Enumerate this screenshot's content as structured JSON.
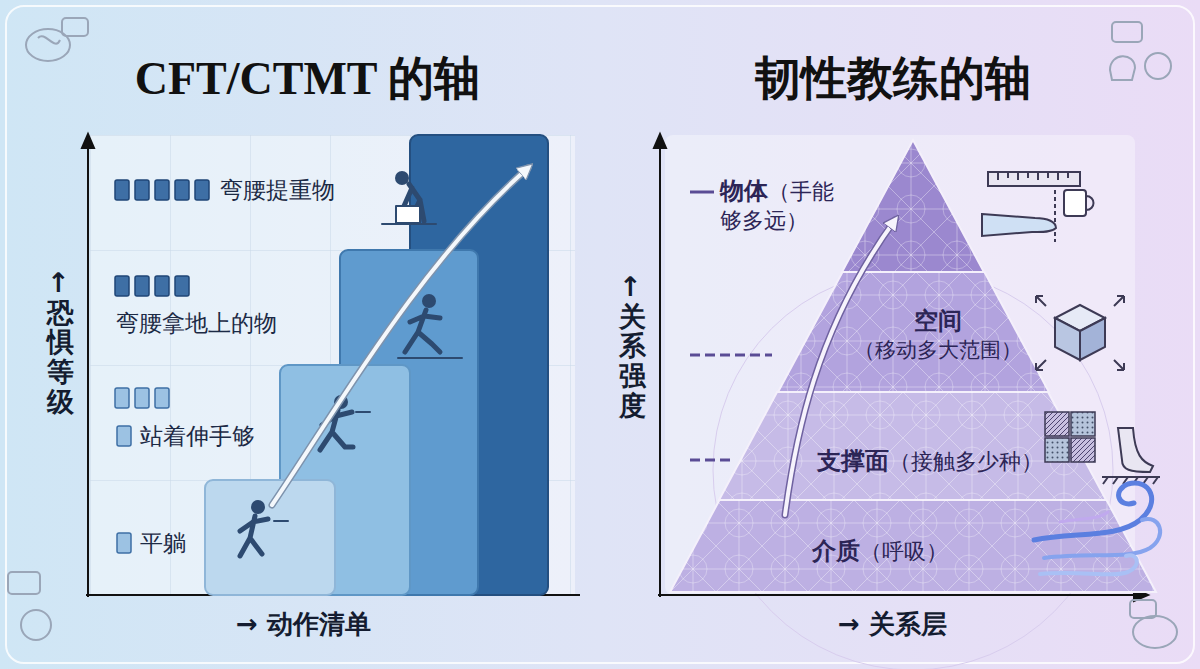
{
  "diagram": {
    "nodes": [
      {
        "text": [
          "CFT/CTMT 的轴"
        ]
      },
      {
        "text": [
          "韧性教练的轴"
        ]
      },
      {
        "text": [
          "物体",
          "（手能够多远）"
        ],
        "in": 1
      },
      {
        "text": [
          "空间",
          "（移动多大范围）"
        ],
        "in": 1
      },
      {
        "text": [
          "支撑面",
          "（接触多少种）"
        ],
        "in": 1
      },
      {
        "text": [
          "介质",
          "（呼吸）"
        ],
        "in": 1
      }
    ],
    "labels": [
      "↑ 恐惧等级",
      "→ 动作清单",
      "弯腰提重物",
      "弯腰拿地上的物",
      "站着伸手够",
      "平躺",
      "↑ 关系强度",
      "→ 关系层"
    ]
  }
}
